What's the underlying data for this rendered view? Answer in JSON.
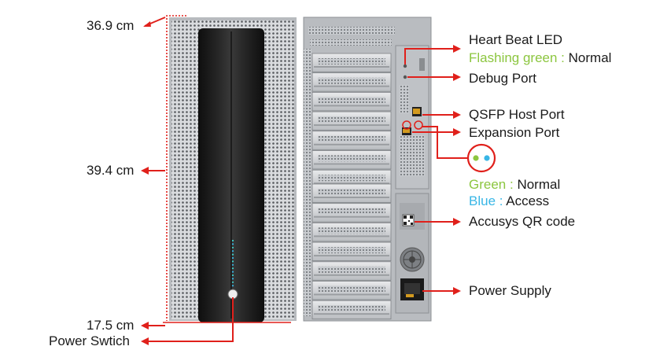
{
  "dimensions": {
    "depth": "36.9 cm",
    "height": "39.4 cm",
    "width": "17.5 cm",
    "power_switch": "Power Swtich"
  },
  "callouts": {
    "heartbeat_title": "Heart Beat LED",
    "heartbeat_state": "Flashing green :",
    "heartbeat_meaning": "Normal",
    "debug_port": "Debug Port",
    "qsfp_host_port": "QSFP Host Port",
    "expansion_port": "Expansion Port",
    "green_label": "Green :",
    "green_meaning": "Normal",
    "blue_label": "Blue :",
    "blue_meaning": "Access",
    "qr_code": "Accusys QR code",
    "power_supply": "Power Supply"
  },
  "colors": {
    "arrow": "#e0201b",
    "green": "#8cc63f",
    "blue": "#38b6e6",
    "chassis": "#c9ccd0",
    "front_panel": "#1f1f1f"
  },
  "drive_bays": {
    "top_group": 7,
    "bottom_group": 7
  },
  "led_indicator": {
    "colors": [
      "green",
      "blue"
    ]
  }
}
